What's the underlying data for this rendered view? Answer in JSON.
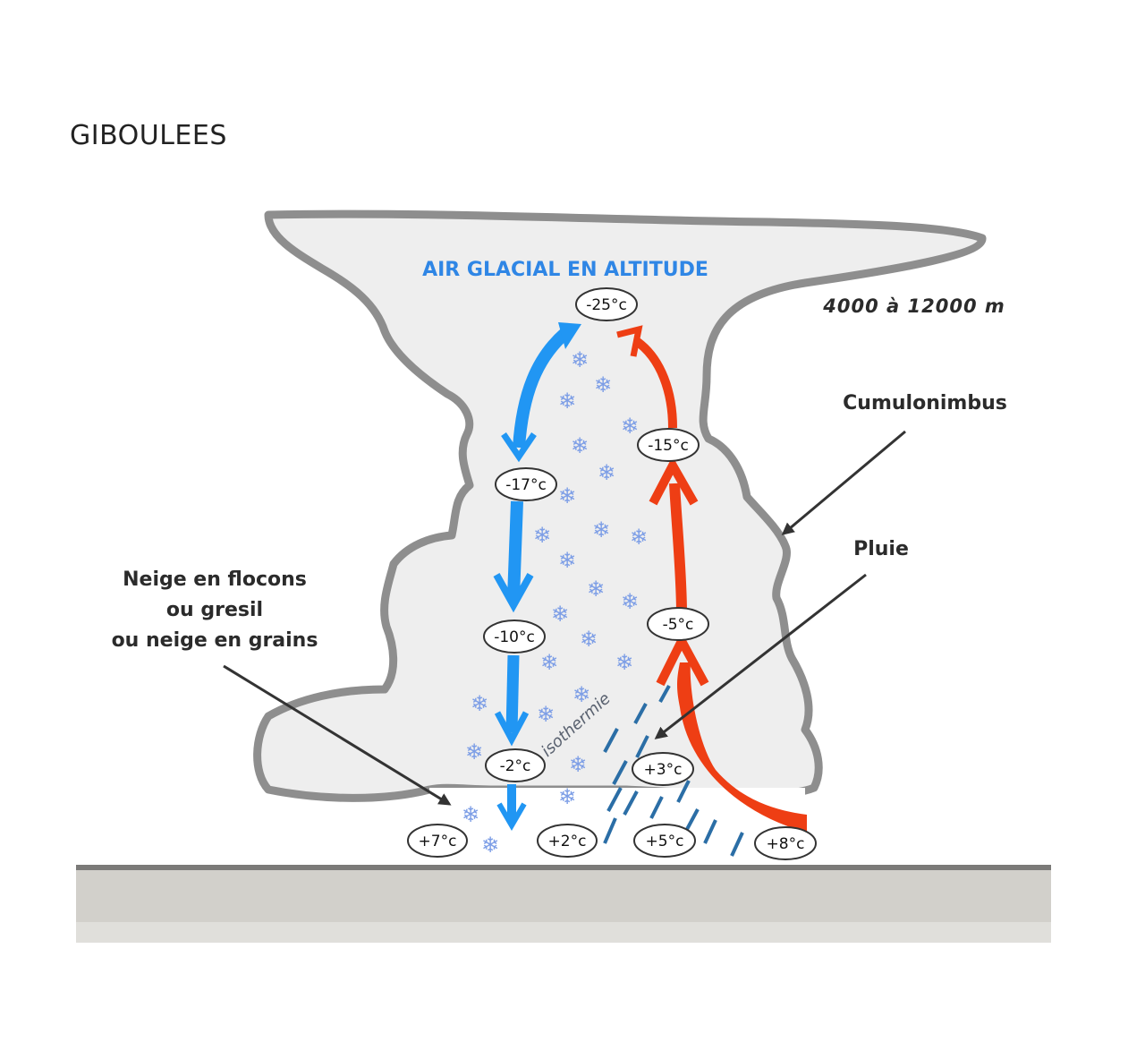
{
  "title": "GIBOULEES",
  "labels": {
    "air_glacial": "AIR GLACIAL EN ALTITUDE",
    "altitude": "4000 à 12000 m",
    "cumulonimbus": "Cumulonimbus",
    "pluie": "Pluie",
    "neige_line1": "Neige en flocons",
    "neige_line2": "ou gresil",
    "neige_line3": "ou neige en grains",
    "isothermie": "isothermie"
  },
  "temperatures": {
    "t_m25": "-25°c",
    "t_m17": "-17°c",
    "t_m15": "-15°c",
    "t_m10": "-10°c",
    "t_m5": "-5°c",
    "t_m2": "-2°c",
    "t_p3": "+3°c",
    "t_p7": "+7°c",
    "t_p2": "+2°c",
    "t_p5": "+5°c",
    "t_p8": "+8°c"
  },
  "icons": {
    "snowflake": "❄"
  },
  "colors": {
    "cold_arrow": "#2196f3",
    "warm_arrow": "#ee3e14",
    "cloud_fill": "#eeeeee",
    "cloud_outline": "#8e8e8e",
    "rain": "#2b6ea6",
    "snow": "#7d9ee6",
    "ground": "#cfccc6"
  }
}
